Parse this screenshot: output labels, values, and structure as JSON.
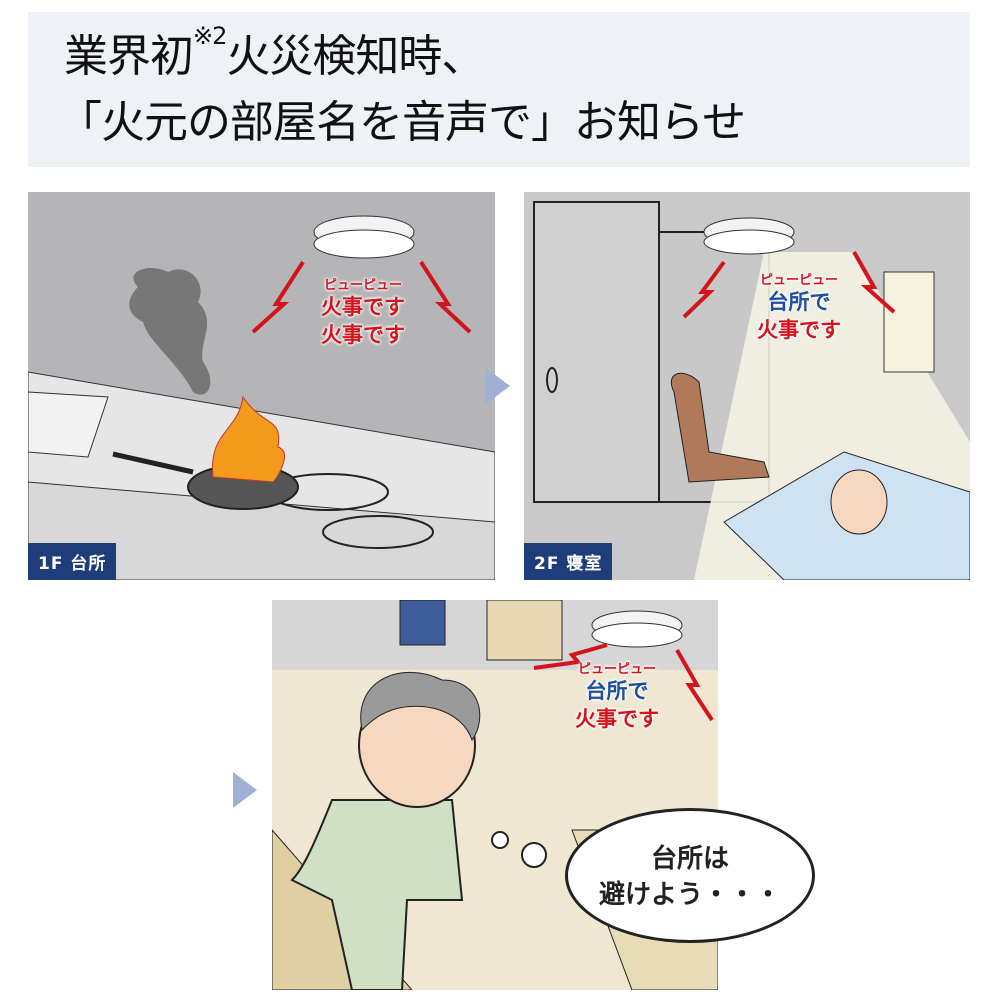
{
  "header": {
    "line1_a": "業界初",
    "line1_note": "※2",
    "line1_b": "火災検知時、",
    "line2": "「火元の部屋名を音声で」お知らせ"
  },
  "panels": [
    {
      "label": "1F 台所",
      "sound": "ピューピュー",
      "msg1": "火事です",
      "msg2": "火事です"
    },
    {
      "label": "2F 寝室",
      "sound": "ピューピュー",
      "msg1": "台所で",
      "msg2": "火事です"
    },
    {
      "sound": "ピューピュー",
      "msg1": "台所で",
      "msg2": "火事です",
      "thought_line1": "台所は",
      "thought_line2": "避けよう・・・"
    }
  ],
  "colors": {
    "label_bg": "#1e3d7a",
    "alarm_red": "#d4141c",
    "alarm_blue": "#1b4fa0",
    "arrow": "#9fb0d4"
  }
}
